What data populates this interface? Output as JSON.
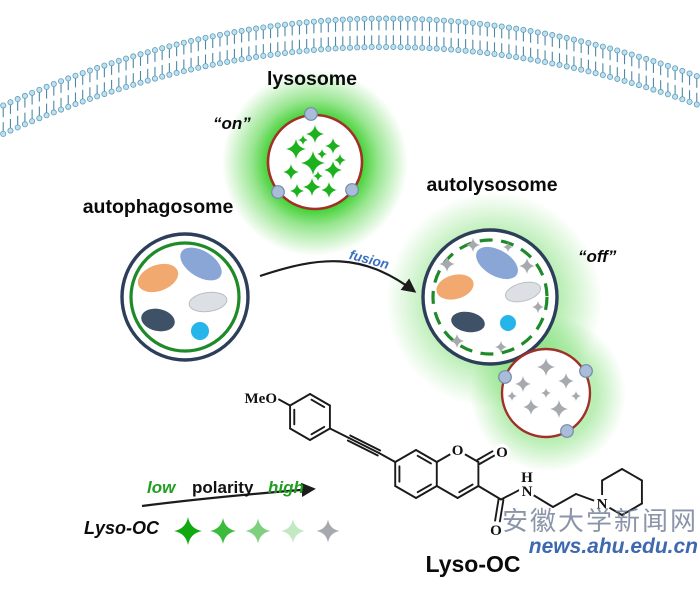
{
  "labels": {
    "lysosome": "lysosome",
    "on_state": "“on”",
    "autophagosome": "autophagosome",
    "autolysosome": "autolysosome",
    "off_state": "“off”",
    "fusion": "fusion"
  },
  "legend": {
    "low": "low",
    "polarity": "polarity",
    "high": "high",
    "probe_label": "Lyso-OC",
    "star_colors": [
      "#12a812",
      "#3bbb3b",
      "#7ed07e",
      "#c2e9c2",
      "#a6aaae"
    ]
  },
  "molecule": {
    "title": "Lyso-OC",
    "atom_labels": {
      "meo": "MeO",
      "ring_o": "O",
      "lactone_o": "O",
      "amide_o": "O",
      "amide_n": "N",
      "amide_h": "H",
      "piperidine_n": "N"
    }
  },
  "watermark": {
    "line1": "安徽大学新闻网",
    "line2": "news.ahu.edu.cn"
  },
  "icons": {
    "sparkle": "four-point-star fluorescence sparkle",
    "receptor": "membrane receptor dot"
  },
  "colors": {
    "glow_green": "#2ecc1e",
    "star_green": "#1db21d",
    "star_gray": "#a6aaae",
    "lysosome_border": "#a03028",
    "organelle_outer": "#2c3e5a",
    "organelle_inner_green": "#1e8a28",
    "membrane_head": "#bfe0ee",
    "membrane_tail": "#4d88a6",
    "receptor_dot": "#a9bdd9",
    "fusion_text": "#3a6fc0",
    "legend_green": "#1f9e1f",
    "vesicle_orange": "#f2a96f",
    "vesicle_blue": "#89a6d6",
    "vesicle_gray": "#dcdfe3",
    "vesicle_navy": "#3e5166",
    "vesicle_cyan": "#25b5ea",
    "watermark_gray": "#6e7a94",
    "watermark_blue": "#3e68b0"
  }
}
